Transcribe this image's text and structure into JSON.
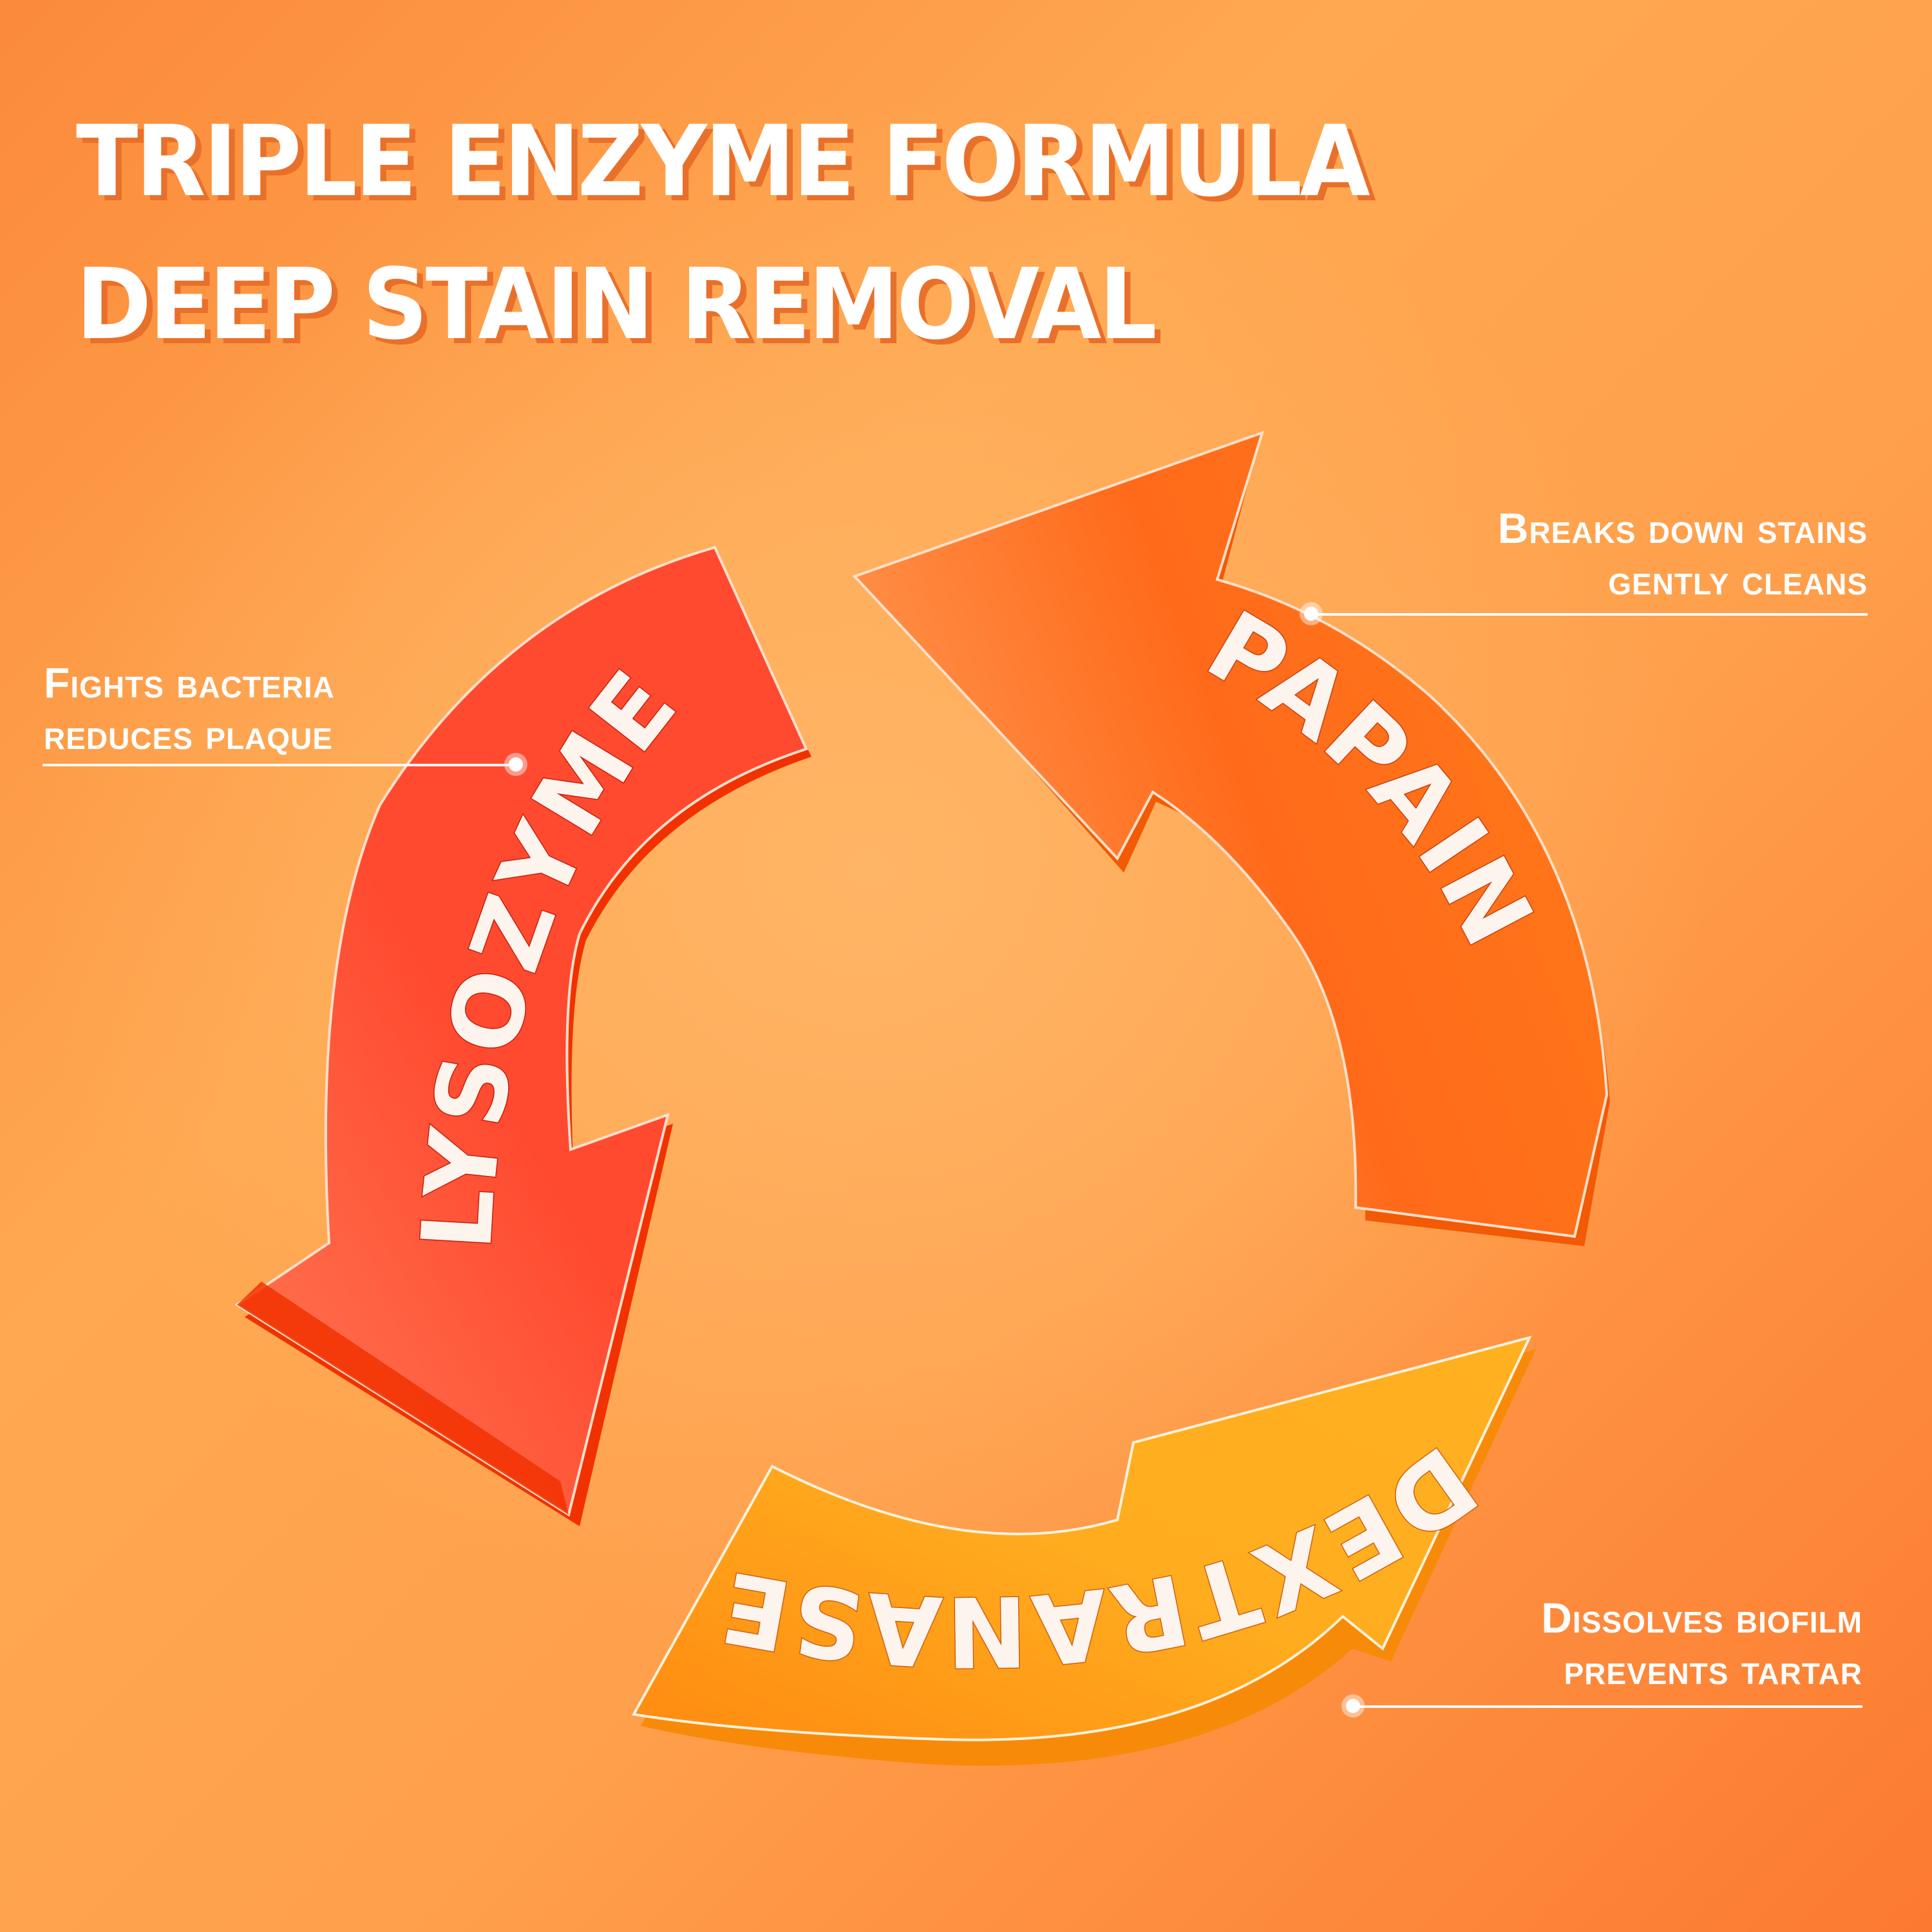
{
  "title": {
    "line1": "TRIPLE ENZYME FORMULA",
    "line2": "DEEP STAIN REMOVAL"
  },
  "enzymes": [
    {
      "name": "LYSOZYME",
      "color": "#ff4a30",
      "side_color": "#f23100",
      "benefit_line1": "Fights bacteria",
      "benefit_line2": "reduces plaque"
    },
    {
      "name": "PAPAIN",
      "color": "#ff6a1a",
      "side_color": "#f25a05",
      "benefit_line1": "Breaks down stains",
      "benefit_line2": "gently cleans"
    },
    {
      "name": "DEXTRANASE",
      "color": "#ffab1a",
      "side_color": "#f88a0a",
      "benefit_line1": "Dissolves biofilm",
      "benefit_line2": "prevents tartar"
    }
  ],
  "colors": {
    "background_light": "#ffb566",
    "background_dark": "#fc7a30",
    "text": "#ffffff"
  }
}
